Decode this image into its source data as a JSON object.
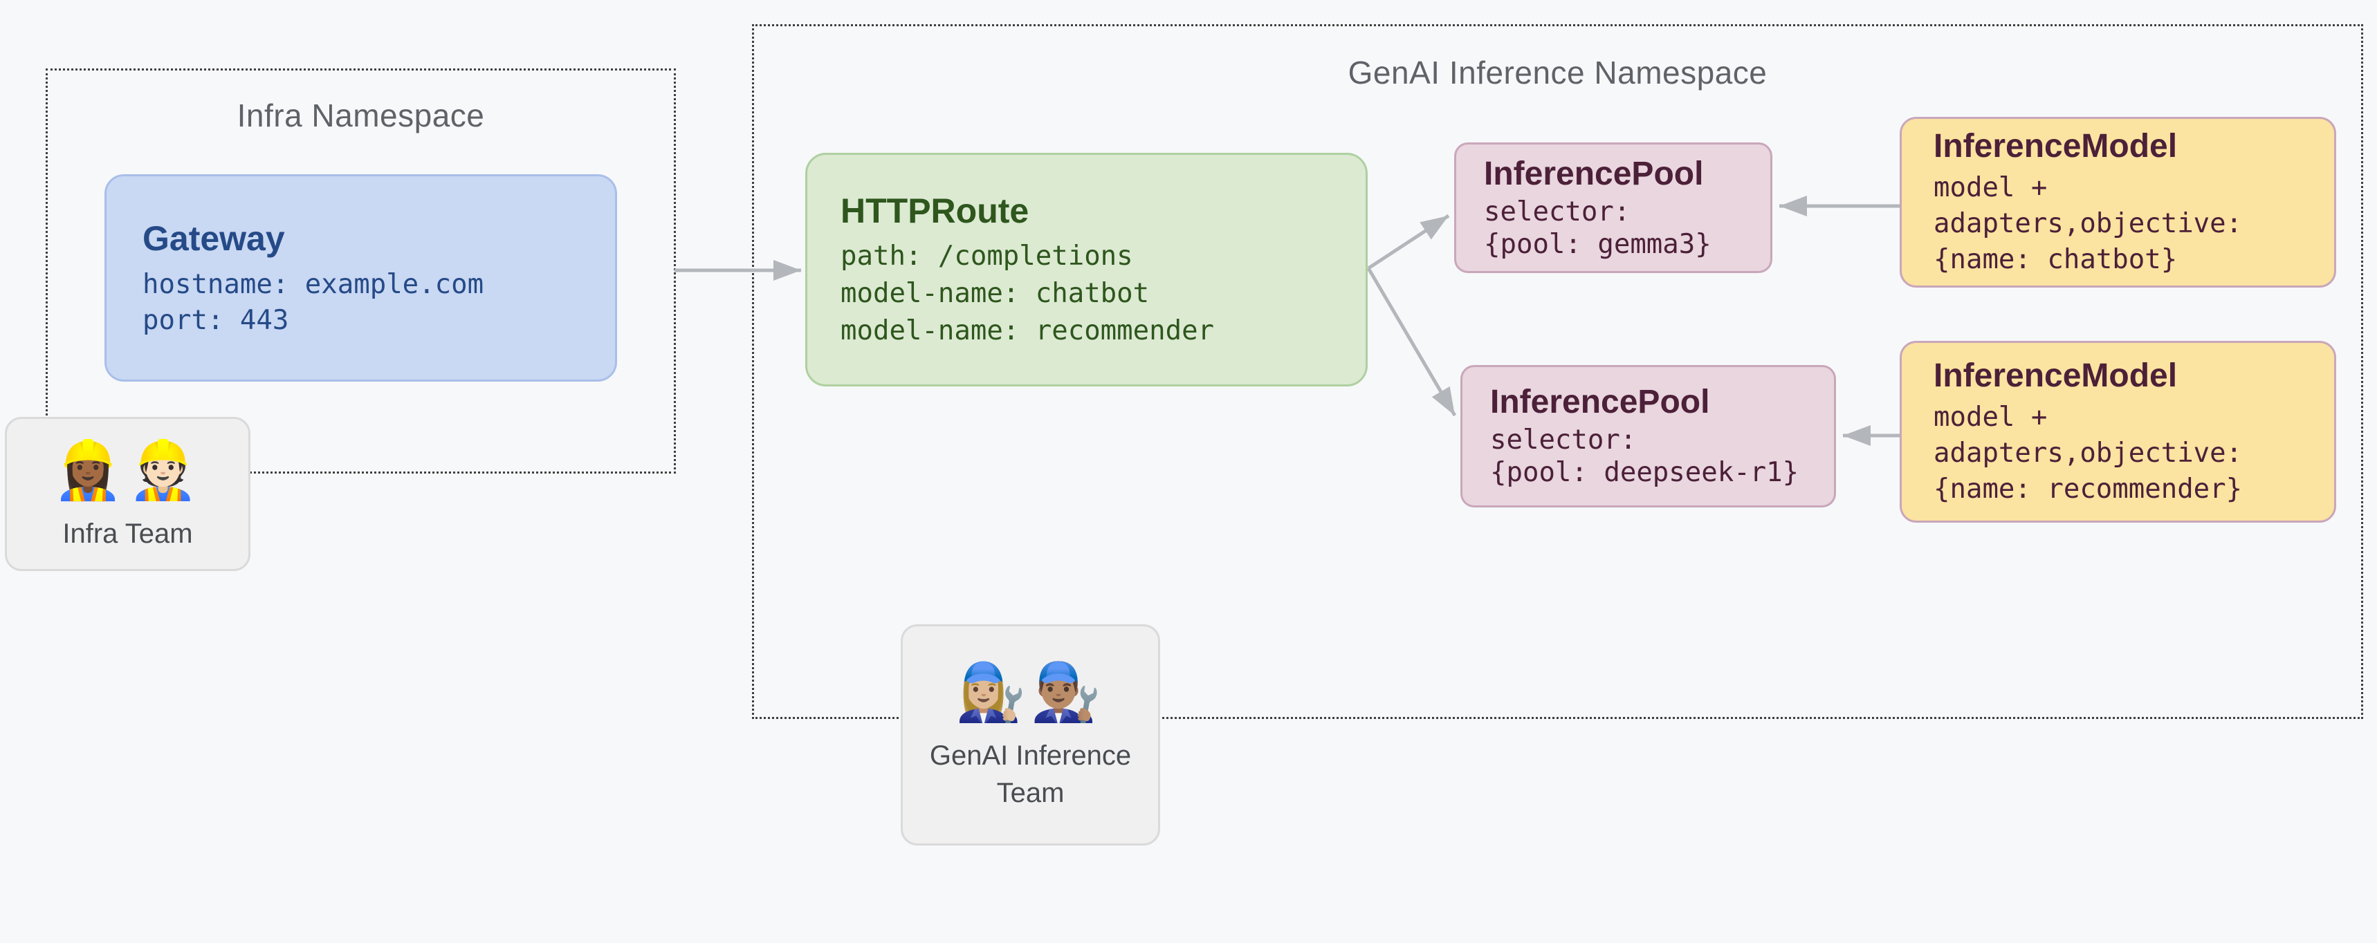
{
  "diagram": {
    "background": "#f7f8fa",
    "dotted_border_color": "#3f3f3f",
    "namespace_title_color": "#5f6368",
    "arrow_color": "#b3b6bb"
  },
  "namespaces": {
    "infra": {
      "title": "Infra Namespace"
    },
    "genai": {
      "title": "GenAI Inference Namespace"
    }
  },
  "nodes": {
    "gateway": {
      "title": "Gateway",
      "lines": [
        "hostname: example.com",
        "port: 443"
      ],
      "fill": "#c9d8f3",
      "border": "#a9bfe9",
      "text": "#254a87"
    },
    "httproute": {
      "title": "HTTPRoute",
      "lines": [
        "path: /completions",
        "model-name: chatbot",
        "model-name: recommender"
      ],
      "fill": "#dcead2",
      "border": "#aed0a0",
      "text": "#2e561d"
    },
    "pool_gemma": {
      "title": "InferencePool",
      "lines": [
        "selector:",
        "{pool: gemma3}"
      ],
      "fill": "#e9d6df",
      "border": "#c9a7ba",
      "text": "#4c2038"
    },
    "model_chatbot": {
      "title": "InferenceModel",
      "lines": [
        "model +",
        "adapters,objective:",
        "{name: chatbot}"
      ],
      "fill": "#fbe3a1",
      "border": "#c9a7ba",
      "text": "#4c2038"
    },
    "pool_deepseek": {
      "title": "InferencePool",
      "lines": [
        "selector:",
        "{pool: deepseek-r1}"
      ],
      "fill": "#e9d6df",
      "border": "#c9a7ba",
      "text": "#4c2038"
    },
    "model_recommender": {
      "title": "InferenceModel",
      "lines": [
        "model +",
        "adapters,objective:",
        "{name: recommender}"
      ],
      "fill": "#fbe3a1",
      "border": "#c9a7ba",
      "text": "#4c2038"
    }
  },
  "teams": {
    "infra": {
      "emojis": "👷🏾‍♀️👷🏻",
      "label": "Infra Team"
    },
    "genai": {
      "emojis": "👩🏼‍🔧👨🏽‍🔧",
      "label": "GenAI Inference Team"
    }
  }
}
